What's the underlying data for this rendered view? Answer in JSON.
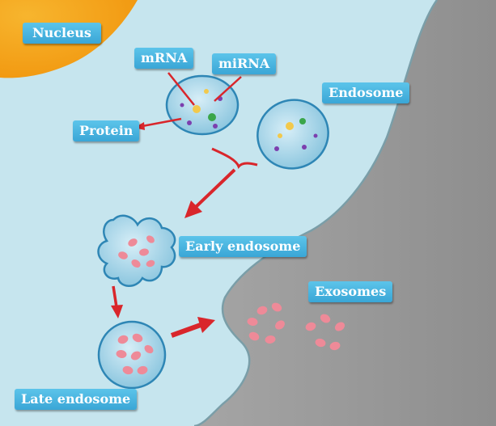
{
  "labels": {
    "nucleus": "Nucleus",
    "mrna": "mRNA",
    "mirna": "miRNA",
    "protein": "Protein",
    "endosome": "Endosome",
    "early_endosome": "Early endosome",
    "exosomes": "Exosomes",
    "late_endosome": "Late endosome"
  },
  "colors": {
    "cytoplasm": "#c6e5ee",
    "extracellular": "#9c9c9c",
    "nucleus": "#f4a31c",
    "label_box": "#45b2e0",
    "arrow": "#d9262b",
    "vesicle_fill": "#9fd2e6",
    "vesicle_stroke": "#2e86b5",
    "exosome": "#ee8a98"
  }
}
